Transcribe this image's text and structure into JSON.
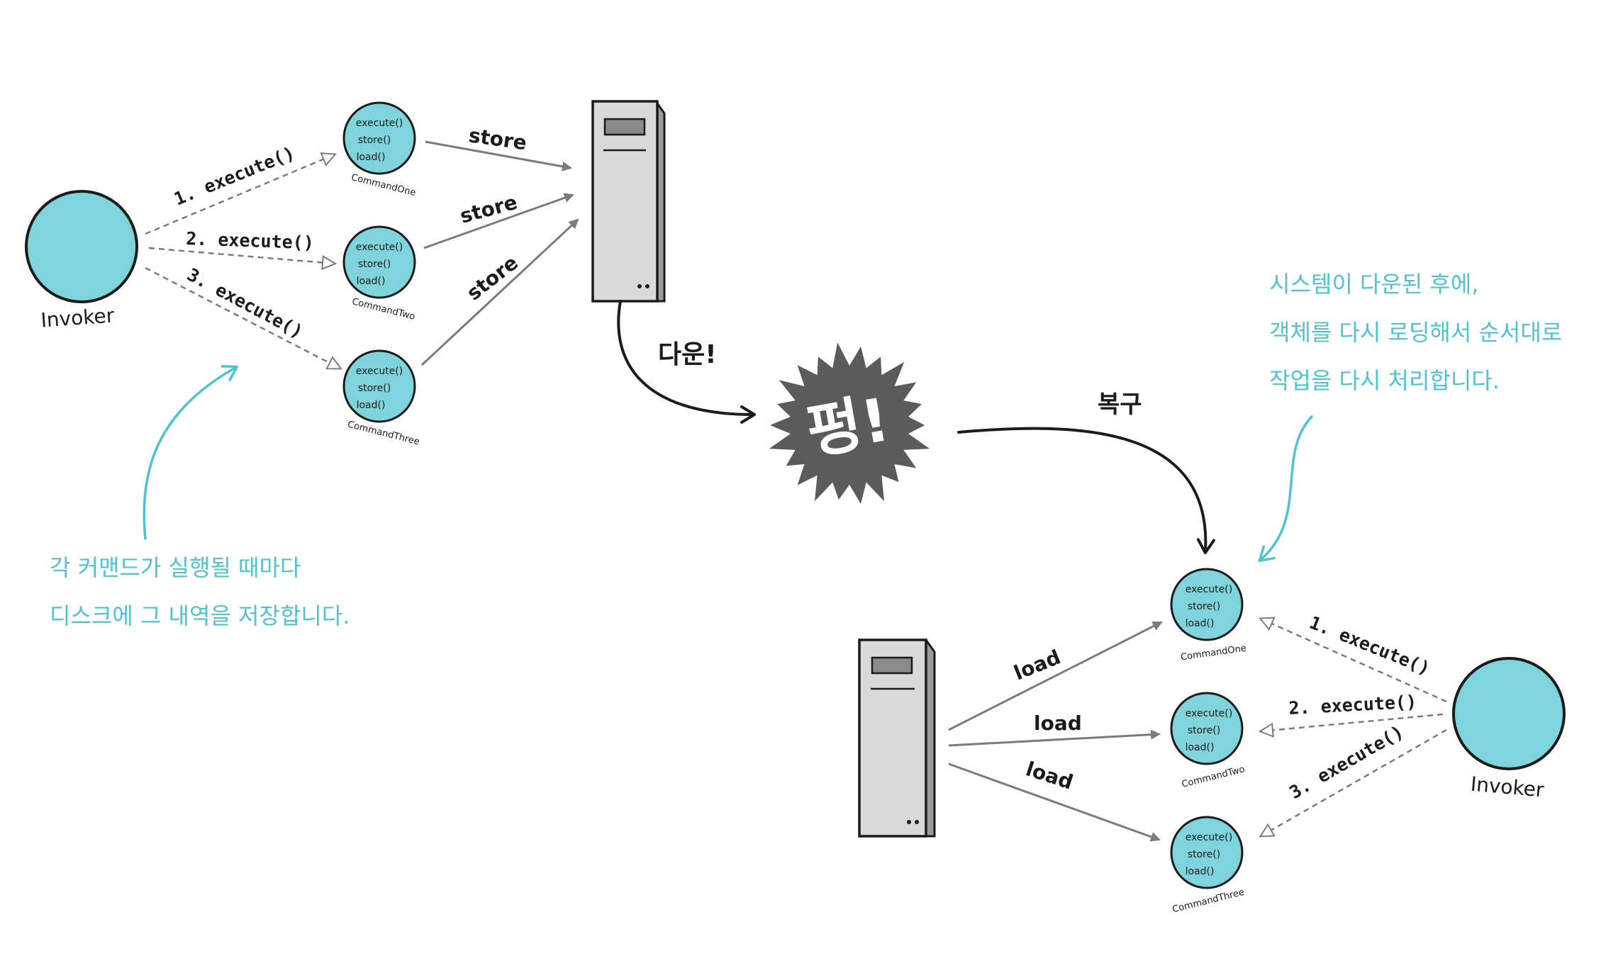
{
  "colors": {
    "circle_fill": "#7fd3db",
    "circle_stroke": "#1b1b1b",
    "annotation": "#4fc3cf",
    "arrow_gray": "#7b7b7b",
    "burst": "#5b5b5b",
    "server_body": "#d9d9d9"
  },
  "before": {
    "invoker_label": "Invoker",
    "calls": [
      "1. execute()",
      "2. execute()",
      "3. execute()"
    ],
    "commands": [
      {
        "name": "CommandOne",
        "methods": [
          "execute()",
          "store()",
          "load()"
        ]
      },
      {
        "name": "CommandTwo",
        "methods": [
          "execute()",
          "store()",
          "load()"
        ]
      },
      {
        "name": "CommandThree",
        "methods": [
          "execute()",
          "store()",
          "load()"
        ]
      }
    ],
    "store_labels": [
      "store",
      "store",
      "store"
    ],
    "note_lines": [
      "각 커맨드가 실행될 때마다",
      "디스크에 그 내역을 저장합니다."
    ]
  },
  "crash": {
    "down_label": "다운!",
    "burst_text": "펑!",
    "recover_label": "복구"
  },
  "after": {
    "invoker_label": "Invoker",
    "calls": [
      "1. execute()",
      "2. execute()",
      "3. execute()"
    ],
    "commands": [
      {
        "name": "CommandOne",
        "methods": [
          "execute()",
          "store()",
          "load()"
        ]
      },
      {
        "name": "CommandTwo",
        "methods": [
          "execute()",
          "store()",
          "load()"
        ]
      },
      {
        "name": "CommandThree",
        "methods": [
          "execute()",
          "store()",
          "load()"
        ]
      }
    ],
    "load_labels": [
      "load",
      "load",
      "load"
    ],
    "note_lines": [
      "시스템이 다운된 후에,",
      "객체를 다시 로딩해서 순서대로",
      "작업을 다시 처리합니다."
    ]
  }
}
